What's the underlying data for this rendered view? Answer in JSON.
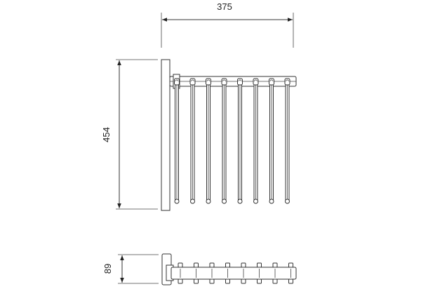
{
  "dimensions": {
    "width": "375",
    "height": "454",
    "depth": "89"
  },
  "rod_count": 8
}
